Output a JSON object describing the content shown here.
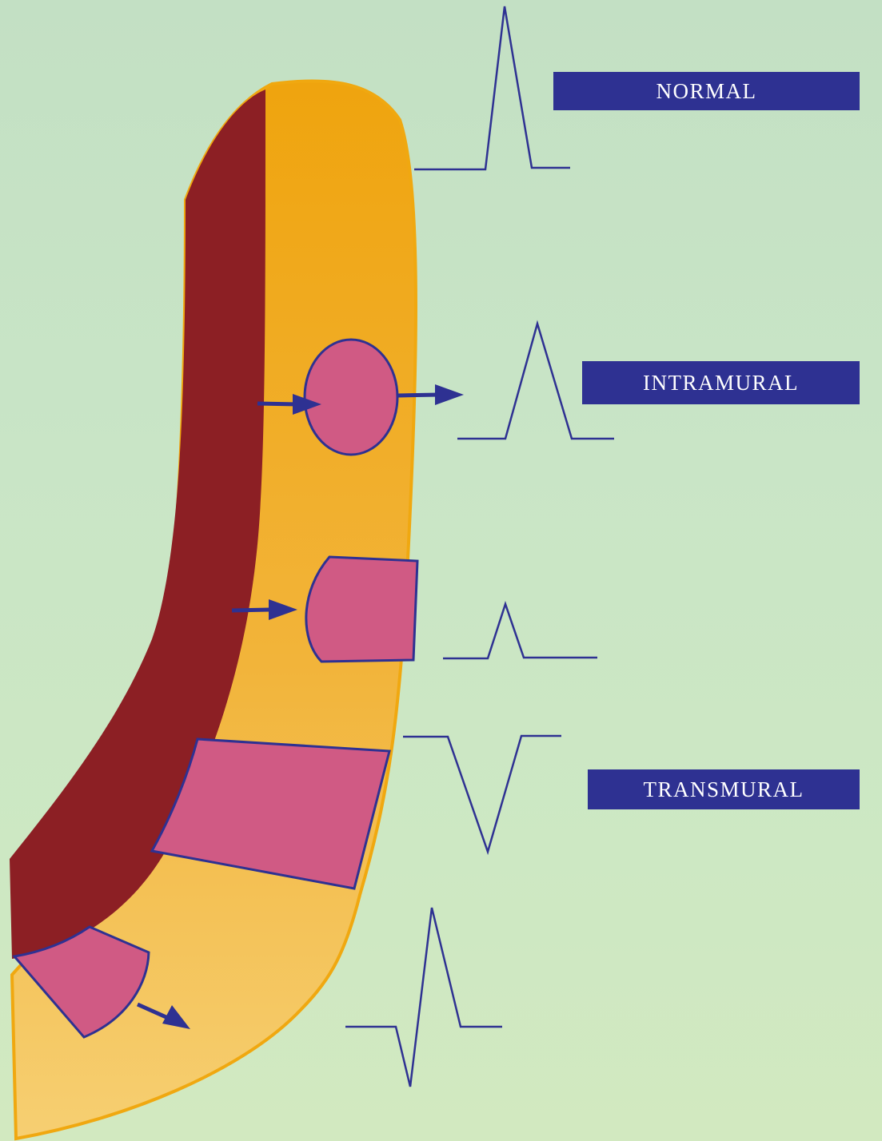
{
  "labels": {
    "normal": "NORMAL",
    "intramural": "INTRAMURAL",
    "transmural": "TRANSMURAL"
  },
  "colors": {
    "background": "#c8e4c5",
    "epicardium": "#f0a810",
    "endocardium": "#8c1f24",
    "lesion": "#d05a84",
    "outline": "#2e3192",
    "label_background": "#2e3192",
    "label_text": "#ffffff"
  },
  "icons": {
    "arrow": "arrow-right-icon"
  }
}
